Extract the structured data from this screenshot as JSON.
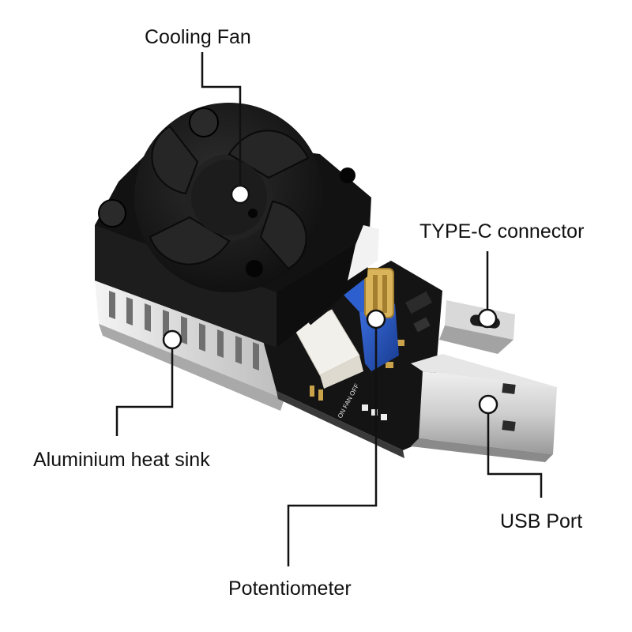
{
  "labels": {
    "cooling_fan": "Cooling Fan",
    "type_c": "TYPE-C connector",
    "heat_sink": "Aluminium heat sink",
    "usb_port": "USB Port",
    "potentiometer": "Potentiometer"
  },
  "board_silkscreen": {
    "fan_switch": "ON FAN OFF"
  },
  "colors": {
    "fan": "#1a1a1a",
    "pcb": "#141414",
    "heat_sink": "#dcdcdc",
    "potentiometer": "#1f4fb8",
    "usb_metal": "#cfcfcf",
    "connector_white": "#f2f0ea",
    "leader_line": "#111111"
  }
}
